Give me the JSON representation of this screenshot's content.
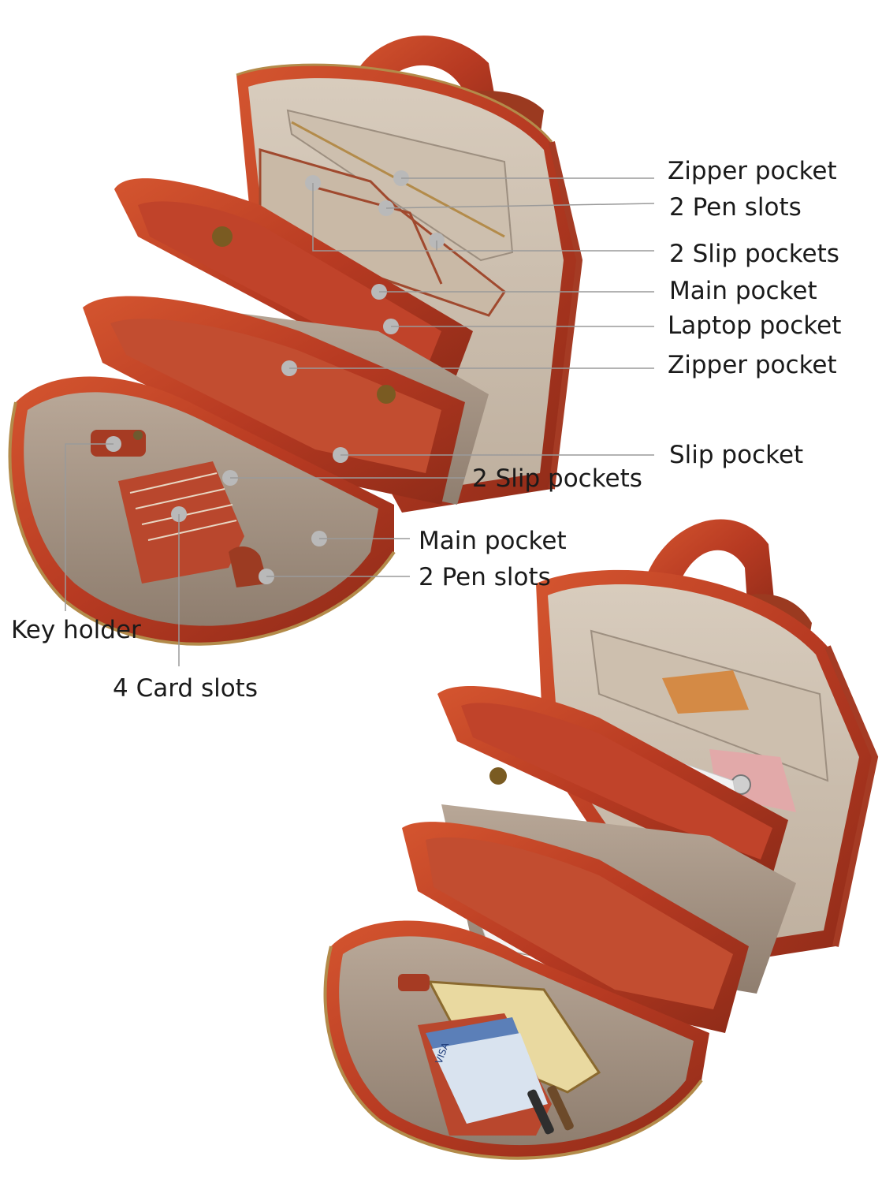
{
  "image": {
    "background": "#ffffff",
    "leather_color": "#c0432a",
    "lining_color": "#a59383",
    "marker_color": "#b9b9b9"
  },
  "callouts": {
    "top_zipper_pocket": "Zipper pocket",
    "top_pen_slots": "2 Pen slots",
    "top_slip_pockets": "2 Slip pockets",
    "top_main_pocket": "Main pocket",
    "laptop_pocket": "Laptop pocket",
    "mid_zipper_pocket": "Zipper pocket",
    "slip_pocket": "Slip pocket",
    "front_slip_pockets": "2 Slip pockets",
    "front_main_pocket": "Main pocket",
    "front_pen_slots": "2 Pen slots",
    "key_holder": "Key holder",
    "card_slots": "4 Card slots"
  },
  "card_labels": {
    "card_brand": "VISA"
  }
}
